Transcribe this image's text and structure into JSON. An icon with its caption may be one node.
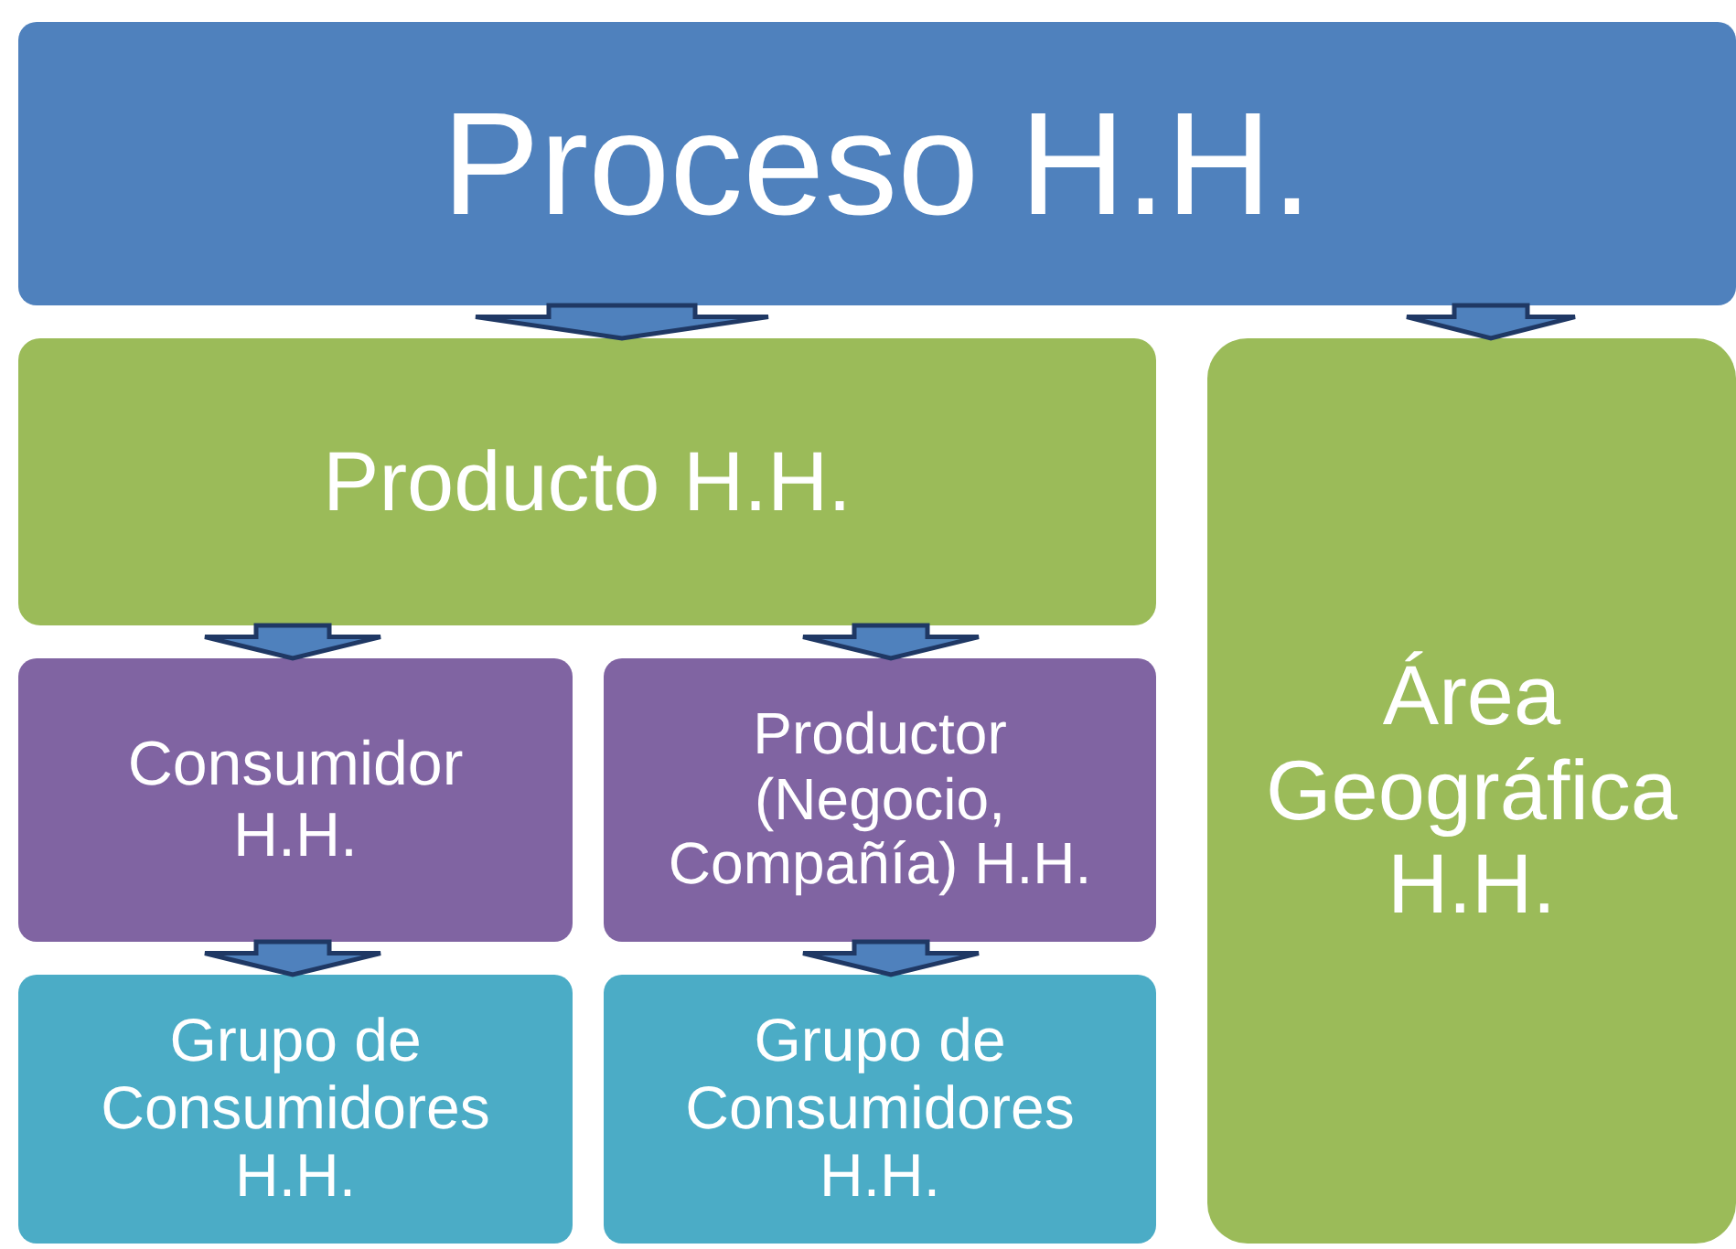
{
  "diagram": {
    "nodes": [
      {
        "text": [
          "Proceso H.H."
        ]
      },
      {
        "text": [
          "Producto H.H."
        ]
      },
      {
        "text": [
          "Área Geográfica H.H."
        ]
      },
      {
        "text": [
          "Consumidor H.H."
        ]
      },
      {
        "text": [
          "Productor (Negocio, Compañía) H.H."
        ]
      },
      {
        "text": [
          "Grupo de Consumidores H.H."
        ]
      },
      {
        "text": [
          "Grupo de Consumidores H.H."
        ]
      }
    ],
    "edges": [
      {
        "from": 0,
        "to": 1,
        "arrow": "to"
      },
      {
        "from": 0,
        "to": 2,
        "arrow": "to"
      },
      {
        "from": 1,
        "to": 3,
        "arrow": "to"
      },
      {
        "from": 1,
        "to": 4,
        "arrow": "to"
      },
      {
        "from": 3,
        "to": 5,
        "arrow": "to"
      },
      {
        "from": 4,
        "to": 6,
        "arrow": "to"
      }
    ]
  }
}
